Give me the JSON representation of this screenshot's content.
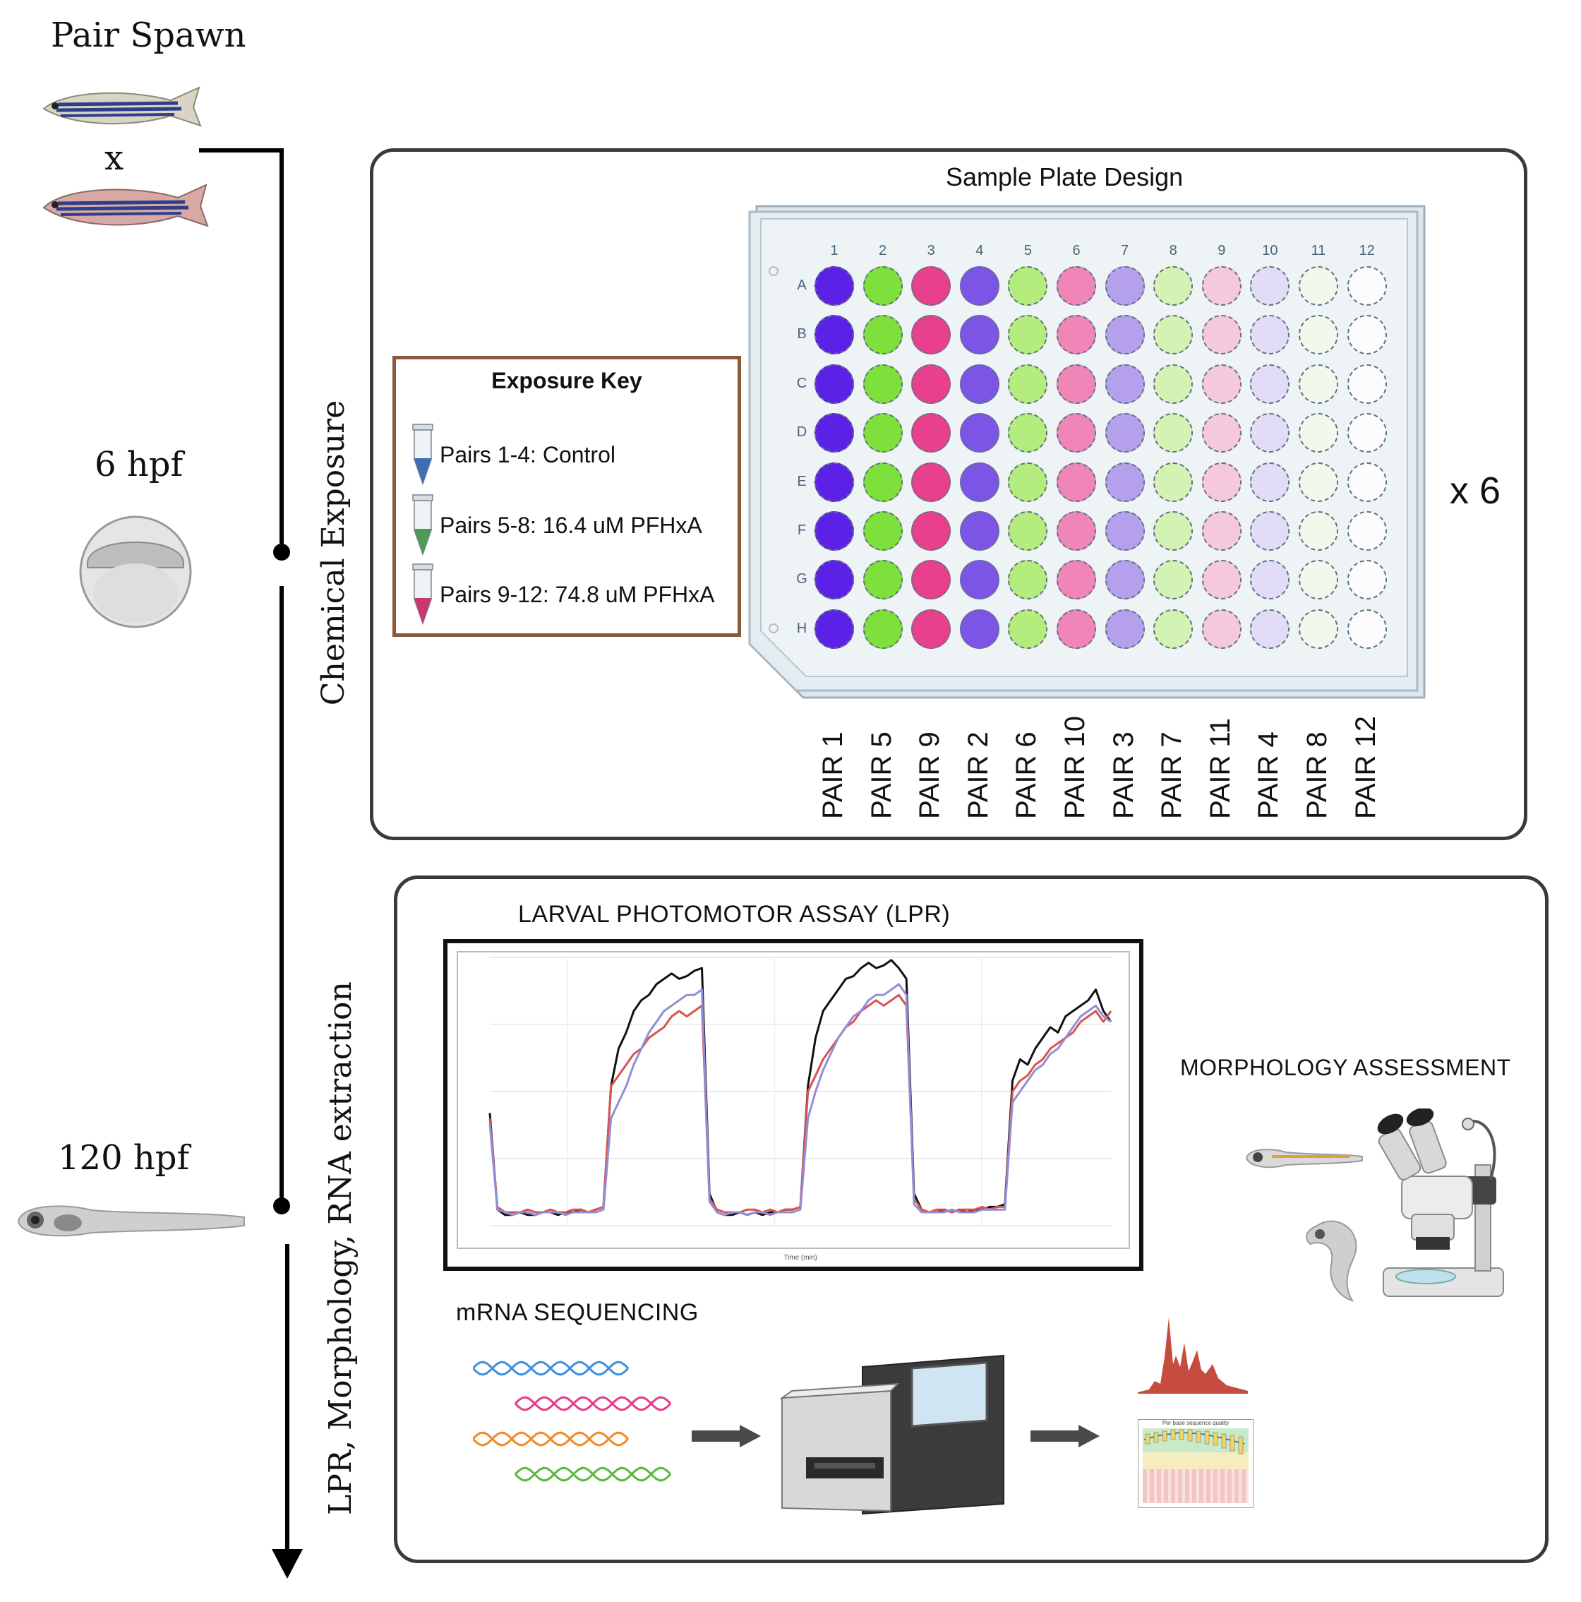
{
  "timeline": {
    "pair_spawn": "Pair Spawn",
    "cross_symbol": "x",
    "stage_6hpf": "6 hpf",
    "stage_120hpf": "120 hpf",
    "phase_1": "Chemical Exposure",
    "phase_2": "LPR, Morphology, RNA extraction"
  },
  "plate_panel": {
    "title": "Sample Plate Design",
    "multiplier": "x 6",
    "columns": [
      "1",
      "2",
      "3",
      "4",
      "5",
      "6",
      "7",
      "8",
      "9",
      "10",
      "11",
      "12"
    ],
    "rows": [
      "A",
      "B",
      "C",
      "D",
      "E",
      "F",
      "G",
      "H"
    ],
    "column_colors": [
      "#5b21e6",
      "#7ee03a",
      "#e8408c",
      "#7c55e6",
      "#b5ec7e",
      "#ef86b7",
      "#b5a0ee",
      "#d3f2b4",
      "#f6c8dc",
      "#e3dcf6",
      "#f1f8ec",
      "#fcfcfc"
    ],
    "pair_labels": [
      "PAIR 1",
      "PAIR 5",
      "PAIR 9",
      "PAIR 2",
      "PAIR 6",
      "PAIR 10",
      "PAIR 3",
      "PAIR 7",
      "PAIR 11",
      "PAIR 4",
      "PAIR 8",
      "PAIR 12"
    ]
  },
  "exposure_key": {
    "title": "Exposure Key",
    "items": [
      {
        "label": "Pairs 1-4: Control",
        "color": "#3f6db8"
      },
      {
        "label": "Pairs 5-8: 16.4 uM PFHxA",
        "color": "#4e9a57"
      },
      {
        "label": "Pairs 9-12: 74.8 uM PFHxA",
        "color": "#c9386e"
      }
    ]
  },
  "assay_panel": {
    "lpr_title": "LARVAL PHOTOMOTOR ASSAY (LPR)",
    "lpr_xlabel": "Time (min)",
    "morphology_title": "MORPHOLOGY ASSESSMENT",
    "mrna_title": "mRNA SEQUENCING",
    "qc_chart_title": "Per base sequence quality"
  },
  "chart_data": {
    "type": "line",
    "title": "LARVAL PHOTOMOTOR ASSAY (LPR)",
    "xlabel": "Time (min)",
    "ylabel": "",
    "series": [
      {
        "color": "#111111",
        "values": [
          0.42,
          0.06,
          0.04,
          0.04,
          0.05,
          0.04,
          0.04,
          0.05,
          0.05,
          0.04,
          0.05,
          0.05,
          0.06,
          0.05,
          0.06,
          0.07,
          0.52,
          0.66,
          0.72,
          0.8,
          0.84,
          0.86,
          0.9,
          0.92,
          0.94,
          0.92,
          0.93,
          0.95,
          0.96,
          0.12,
          0.05,
          0.04,
          0.04,
          0.05,
          0.04,
          0.05,
          0.04,
          0.05,
          0.05,
          0.06,
          0.06,
          0.07,
          0.52,
          0.7,
          0.8,
          0.84,
          0.88,
          0.92,
          0.93,
          0.96,
          0.98,
          0.96,
          0.97,
          0.99,
          0.96,
          0.92,
          0.12,
          0.06,
          0.05,
          0.05,
          0.06,
          0.05,
          0.06,
          0.05,
          0.06,
          0.06,
          0.07,
          0.07,
          0.08,
          0.54,
          0.62,
          0.6,
          0.66,
          0.7,
          0.74,
          0.72,
          0.78,
          0.8,
          0.82,
          0.84,
          0.88,
          0.8,
          0.76
        ]
      },
      {
        "color": "#d9534f",
        "values": [
          0.4,
          0.07,
          0.05,
          0.05,
          0.05,
          0.06,
          0.05,
          0.05,
          0.06,
          0.05,
          0.05,
          0.06,
          0.06,
          0.05,
          0.06,
          0.07,
          0.52,
          0.56,
          0.6,
          0.64,
          0.66,
          0.7,
          0.72,
          0.74,
          0.78,
          0.8,
          0.78,
          0.8,
          0.82,
          0.1,
          0.06,
          0.05,
          0.05,
          0.05,
          0.06,
          0.06,
          0.05,
          0.06,
          0.05,
          0.06,
          0.06,
          0.07,
          0.5,
          0.56,
          0.62,
          0.66,
          0.7,
          0.74,
          0.76,
          0.8,
          0.82,
          0.84,
          0.82,
          0.84,
          0.86,
          0.82,
          0.1,
          0.06,
          0.05,
          0.06,
          0.06,
          0.05,
          0.06,
          0.06,
          0.06,
          0.07,
          0.06,
          0.07,
          0.07,
          0.5,
          0.54,
          0.56,
          0.6,
          0.62,
          0.66,
          0.68,
          0.7,
          0.72,
          0.76,
          0.78,
          0.8,
          0.76,
          0.8
        ]
      },
      {
        "color": "#8f8fd8",
        "values": [
          0.38,
          0.06,
          0.05,
          0.04,
          0.05,
          0.05,
          0.04,
          0.05,
          0.05,
          0.05,
          0.04,
          0.05,
          0.05,
          0.05,
          0.05,
          0.06,
          0.4,
          0.46,
          0.52,
          0.6,
          0.66,
          0.72,
          0.76,
          0.8,
          0.82,
          0.84,
          0.86,
          0.86,
          0.88,
          0.09,
          0.05,
          0.04,
          0.05,
          0.05,
          0.04,
          0.05,
          0.05,
          0.04,
          0.05,
          0.05,
          0.05,
          0.06,
          0.4,
          0.5,
          0.58,
          0.64,
          0.7,
          0.74,
          0.78,
          0.8,
          0.84,
          0.86,
          0.86,
          0.88,
          0.9,
          0.86,
          0.08,
          0.05,
          0.05,
          0.05,
          0.05,
          0.06,
          0.05,
          0.05,
          0.05,
          0.06,
          0.06,
          0.06,
          0.06,
          0.46,
          0.5,
          0.54,
          0.58,
          0.6,
          0.64,
          0.66,
          0.7,
          0.74,
          0.78,
          0.8,
          0.82,
          0.78,
          0.76
        ]
      }
    ]
  }
}
